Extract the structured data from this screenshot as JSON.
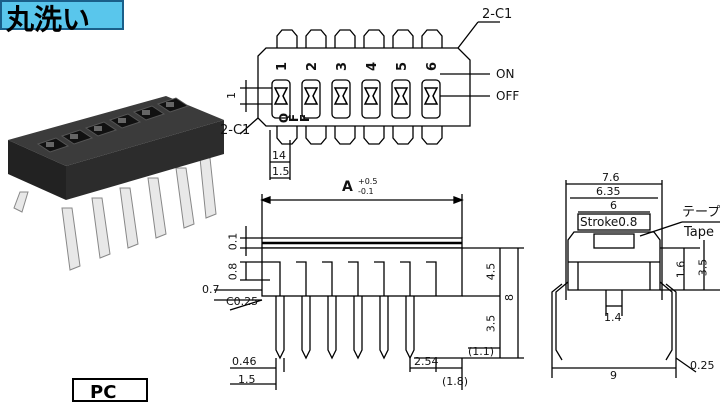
{
  "badge": {
    "text": "丸洗い",
    "color": "#59c6ec"
  },
  "bottom_box": {
    "text": "PC"
  },
  "top_view": {
    "chamfer_top": "2-C1",
    "chamfer_left": "2-C1",
    "switch_numbers": [
      "1",
      "2",
      "3",
      "4",
      "5",
      "6"
    ],
    "on_label": "ON",
    "off_label": "OFF",
    "marking": [
      "O",
      "F",
      "F"
    ],
    "dims": {
      "pitch_small": "1",
      "dim_14": "14",
      "dim_15": "1.5"
    }
  },
  "front_view": {
    "length_label": "A",
    "tolerance_upper": "+0.5",
    "tolerance_lower": "-0.1",
    "dims": {
      "d01": "0.1",
      "d08": "0.8",
      "d07": "0.7",
      "c025": "C0.25",
      "d45": "4.5",
      "d8": "8",
      "d35": "3.5",
      "d11": "(1.1)",
      "d046": "0.46",
      "d15": "1.5",
      "d254": "2.54",
      "d18": "(1.8)"
    }
  },
  "side_view": {
    "dims": {
      "d76": "7.6",
      "d635": "6.35",
      "d6": "6",
      "stroke": "Stroke0.8",
      "d14": "1.4",
      "d16": "1.6",
      "d35": "3.5",
      "d9": "9",
      "d025": "0.25"
    },
    "tape_jp": "テープ",
    "tape_en": "Tape"
  }
}
